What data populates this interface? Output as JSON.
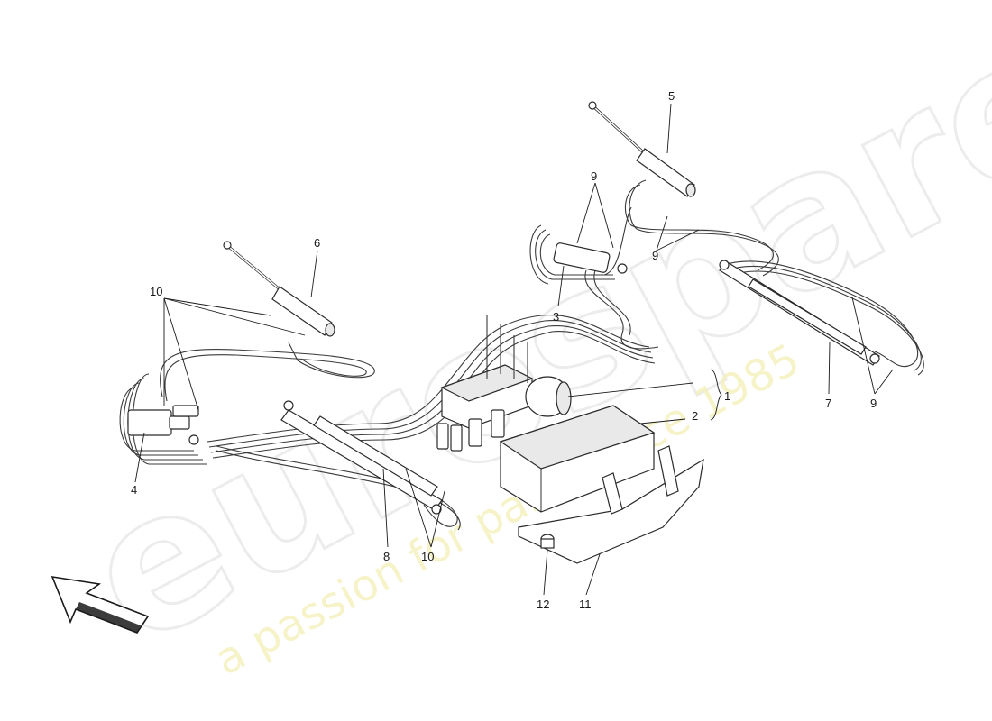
{
  "watermark": {
    "brand": "eurospares",
    "tagline": "a passion for parts since 1985"
  },
  "callouts": [
    {
      "id": "c1",
      "label": "1"
    },
    {
      "id": "c2",
      "label": "2"
    },
    {
      "id": "c3",
      "label": "3"
    },
    {
      "id": "c4",
      "label": "4"
    },
    {
      "id": "c5",
      "label": "5"
    },
    {
      "id": "c6",
      "label": "6"
    },
    {
      "id": "c7",
      "label": "7"
    },
    {
      "id": "c8",
      "label": "8"
    },
    {
      "id": "c9a",
      "label": "9"
    },
    {
      "id": "c9b",
      "label": "9"
    },
    {
      "id": "c9c",
      "label": "9"
    },
    {
      "id": "c10a",
      "label": "10"
    },
    {
      "id": "c10b",
      "label": "10"
    },
    {
      "id": "c11",
      "label": "11"
    },
    {
      "id": "c12",
      "label": "12"
    }
  ],
  "icons": {
    "direction_arrow": "front-direction-arrow-icon"
  },
  "colors": {
    "line": "#2b2b2b",
    "watermark_grey": "#ececec",
    "watermark_yellow": "#f3f0b8"
  }
}
